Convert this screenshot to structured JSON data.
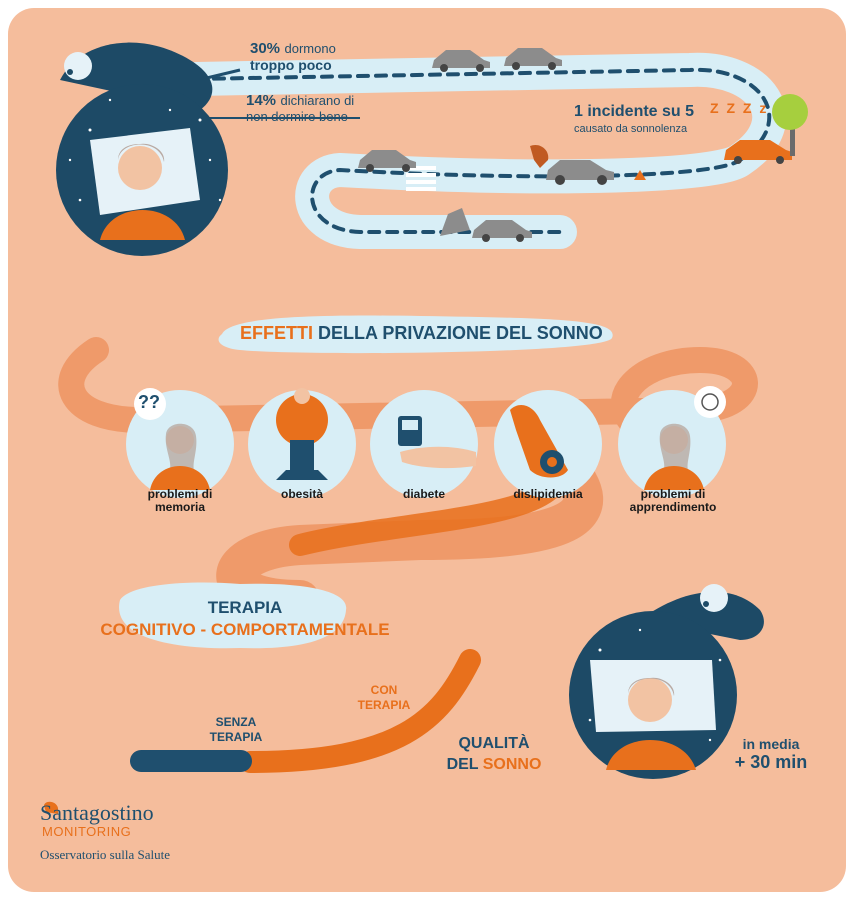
{
  "stats": {
    "stat1": {
      "value": "30%",
      "text": "dormono",
      "text2": "troppo poco"
    },
    "stat2": {
      "value": "14%",
      "text": "dichiarano di",
      "text2": "non dormire bene"
    },
    "accident": {
      "title": "1 incidente su 5",
      "subtitle": "causato da sonnolenza"
    },
    "zzz": "Z Z Z z"
  },
  "effects": {
    "title_a": "EFFETTI",
    "title_b": "DELLA PRIVAZIONE DEL SONNO",
    "items": [
      {
        "line1": "problemi di",
        "line2": "memoria"
      },
      {
        "line1": "obesità",
        "line2": ""
      },
      {
        "line1": "diabete",
        "line2": ""
      },
      {
        "line1": "dislipidemia",
        "line2": ""
      },
      {
        "line1": "problemi di",
        "line2": "apprendimento"
      }
    ],
    "question_marks": "??"
  },
  "therapy": {
    "line1": "TERAPIA",
    "line2": "COGNITIVO - COMPORTAMENTALE",
    "without_1": "SENZA",
    "without_2": "TERAPIA",
    "with_1": "CON",
    "with_2": "TERAPIA",
    "quality_1": "QUALITÀ",
    "quality_2a": "DEL ",
    "quality_2b": "SONNO",
    "avg_1": "in media",
    "avg_2": "+ 30 min"
  },
  "brand": {
    "name": "Santagostino",
    "sub": "MONITORING",
    "tagline": "Osservatorio sulla Salute"
  },
  "colors": {
    "background": "#f5bd9c",
    "navy": "#1f4f6e",
    "orange": "#e8701c",
    "light_orange": "#ef9a6a",
    "road": "#d8eef6",
    "sky": "#1d4a66"
  }
}
